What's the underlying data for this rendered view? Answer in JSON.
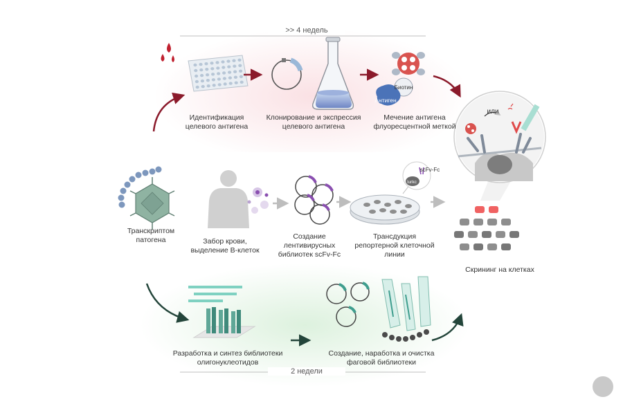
{
  "durations": {
    "top": ">> 4 недель",
    "bottom": "2 недели"
  },
  "steps": {
    "target_identification": "Идентификация целевого антигена",
    "cloning_expression": "Клонирование и экспрессия целевого антигена",
    "antigen_labeling": "Мечение антигена флуоресцентной меткой",
    "transcriptome": "Транскриптом патогена",
    "blood_draw": "Забор крови, выделение В-клеток",
    "lentiviral_libraries": "Создание лентивирусных библиотек scFv-Fc",
    "reporter_transduction": "Трансдукция репортерной клеточной линии",
    "cell_screening": "Скрининг на клетках",
    "oligo_design": "Разработка и синтез библиотеки олигонуклеотидов",
    "phage_library": "Создание, наработка и очистка фаговой библиотеки"
  },
  "inline_labels": {
    "biotin": "Биотин",
    "antigen": "Антиген",
    "or": "или",
    "scfv_fc": "scFv-Fc",
    "lurkc": "lurkc"
  },
  "colors": {
    "top_arrow": "#8b1a2b",
    "bottom_arrow": "#23453a",
    "blood": "#c0202f",
    "plasmid_accent": "#9ab8d8",
    "teal": "#3f9e8e",
    "purple": "#8a4fb0",
    "fluor": "#e04a4a"
  }
}
